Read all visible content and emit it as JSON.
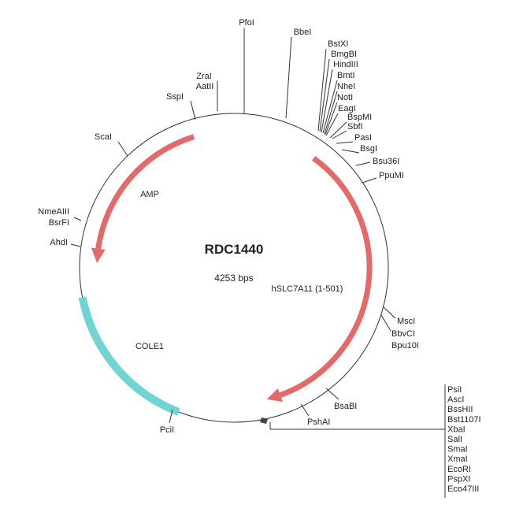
{
  "plasmid": {
    "name": "RDC1440",
    "size": "4253 bps"
  },
  "features": {
    "amp": "AMP",
    "gene": "hSLC7A11 (1-501)",
    "ori": "COLE1"
  },
  "colors": {
    "amp": "#e46a6a",
    "gene": "#e46a6a",
    "ori": "#6fd4d2",
    "backbone": "#333333"
  },
  "sites": {
    "pfoi": "PfoI",
    "bbei": "BbeI",
    "zrai": "ZraI",
    "aatii": "AatII",
    "sspi": "SspI",
    "scai": "ScaI",
    "nmeaiii": "NmeAIII",
    "bsrfi": "BsrFI",
    "ahdi": "AhdI",
    "msci": "MscI",
    "bbvci": "BbvCI",
    "bpu10i": "Bpu10I",
    "bsabi": "BsaBI",
    "pshai": "PshAI",
    "pcii": "PciI"
  },
  "cluster_top": [
    "BstXI",
    "BmgBI",
    "HindIII",
    "BmtI",
    "NheI",
    "NotI",
    "EagI",
    "BspMI",
    "SbfI",
    "PasI",
    "BsgI",
    "Bsu36I",
    "PpuMI"
  ],
  "mcs": [
    "PsiI",
    "AscI",
    "BssHII",
    "Bst1107I",
    "XbaI",
    "SalI",
    "SmaI",
    "XmaI",
    "EcoRI",
    "PspXI",
    "Eco47III"
  ]
}
